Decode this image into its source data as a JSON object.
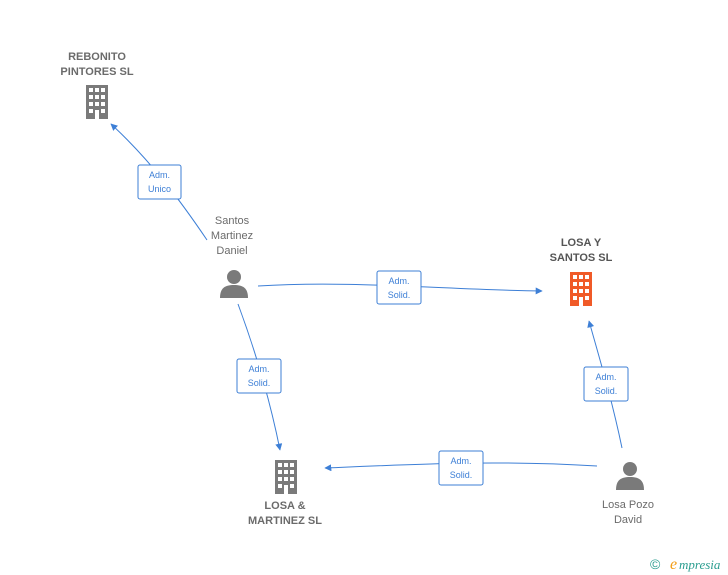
{
  "colors": {
    "edge": "#3d7fd6",
    "company": "#7a7a7a",
    "company_focus": "#f05a28",
    "person": "#7a7a7a",
    "brand": "#2a9d8f",
    "brand_accent": "#f39c12"
  },
  "nodes": {
    "rebonito": {
      "line1": "REBONITO",
      "line2": "PINTORES SL",
      "icon": "building-icon"
    },
    "santos": {
      "line1": "Santos",
      "line2": "Martinez",
      "line3": "Daniel",
      "icon": "person-icon"
    },
    "losa_santos": {
      "line1": "LOSA Y",
      "line2": "SANTOS  SL",
      "icon": "building-icon"
    },
    "losa_martinez": {
      "line1": "LOSA &",
      "line2": "MARTINEZ  SL",
      "icon": "building-icon"
    },
    "losa_pozo": {
      "line1": "Losa Pozo",
      "line2": "David",
      "icon": "person-icon"
    }
  },
  "edges": {
    "santos_rebonito": {
      "line1": "Adm.",
      "line2": "Unico"
    },
    "santos_losa_santos": {
      "line1": "Adm.",
      "line2": "Solid."
    },
    "santos_losa_martinez": {
      "line1": "Adm.",
      "line2": "Solid."
    },
    "pozo_losa_santos": {
      "line1": "Adm.",
      "line2": "Solid."
    },
    "pozo_losa_martinez": {
      "line1": "Adm.",
      "line2": "Solid."
    }
  },
  "footer": {
    "copyright": "©",
    "brand_initial": "e",
    "brand_rest": "mpresia"
  }
}
